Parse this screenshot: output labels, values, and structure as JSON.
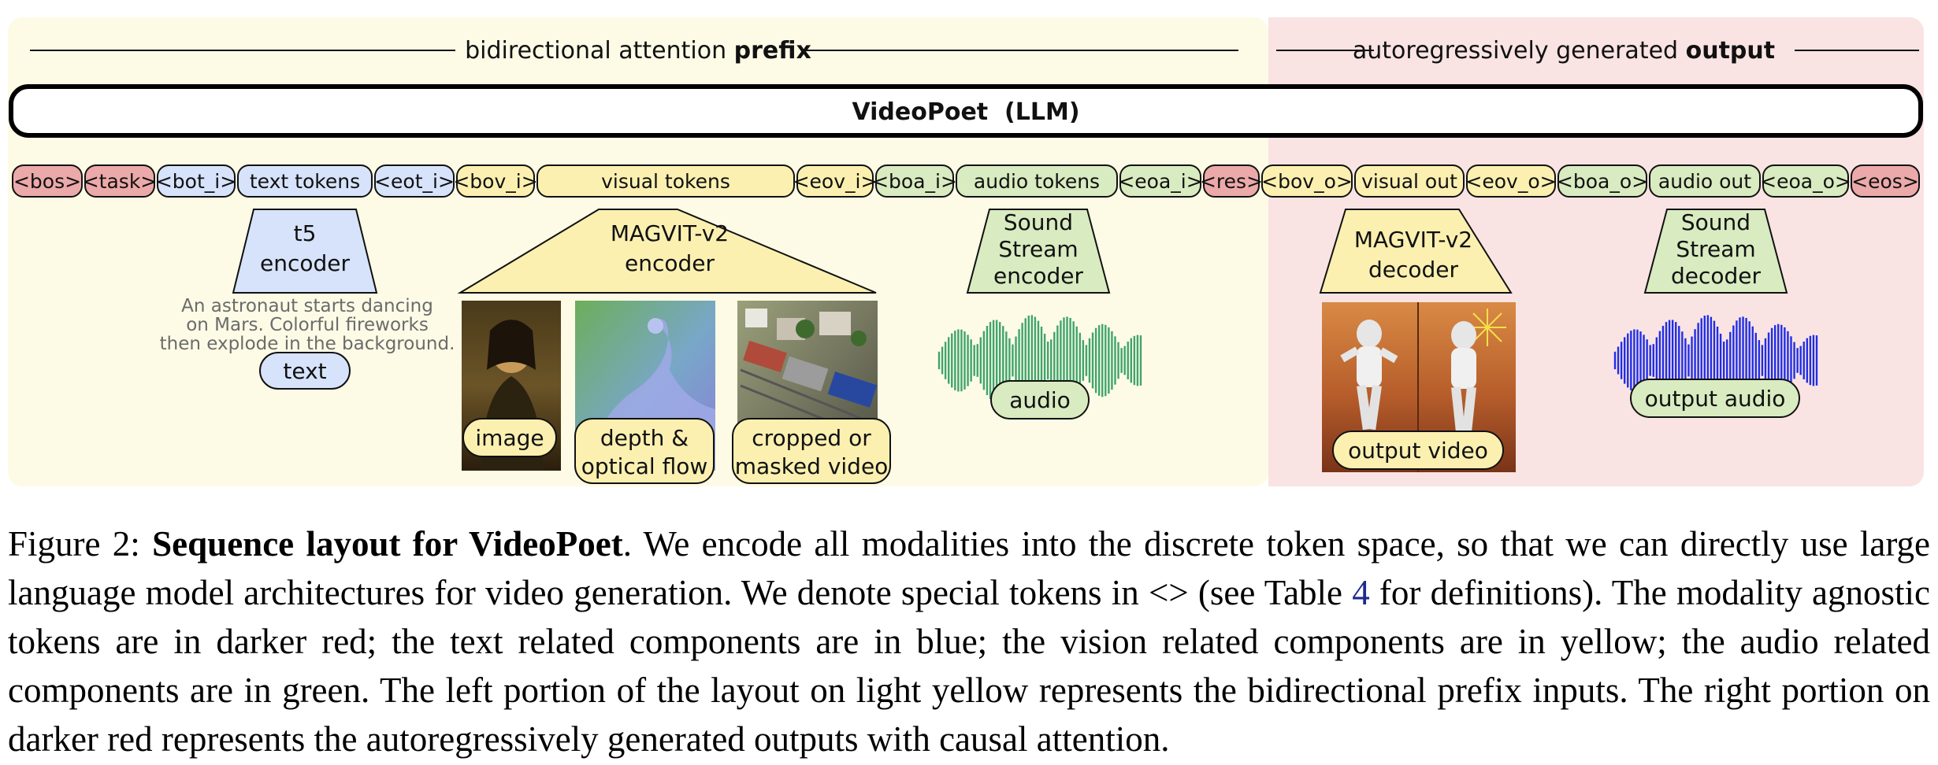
{
  "colors": {
    "prefix_bg": "#fdfbe6",
    "output_bg": "#fae3e3",
    "red_token": "#eca9a9",
    "blue_token": "#d6e3fb",
    "yellow_token": "#fbf0b0",
    "green_token": "#d9ebc0",
    "audio_wave_green": "#3fa46c",
    "audio_wave_blue": "#1f2ee6"
  },
  "header": {
    "prefix_label": "bidirectional attention",
    "prefix_bold": "prefix",
    "output_label": "autoregressively generated",
    "output_bold": "output"
  },
  "llm_label": "VideoPoet  (LLM)",
  "tokens": [
    {
      "label": "<bos>",
      "kind": "red"
    },
    {
      "label": "<task>",
      "kind": "red"
    },
    {
      "label": "<bot_i>",
      "kind": "blue"
    },
    {
      "label": "text tokens",
      "kind": "blue"
    },
    {
      "label": "<eot_i>",
      "kind": "blue"
    },
    {
      "label": "<bov_i>",
      "kind": "yellow"
    },
    {
      "label": "visual tokens",
      "kind": "yellow"
    },
    {
      "label": "<eov_i>",
      "kind": "yellow"
    },
    {
      "label": "<boa_i>",
      "kind": "green"
    },
    {
      "label": "audio tokens",
      "kind": "green"
    },
    {
      "label": "<eoa_i>",
      "kind": "green"
    },
    {
      "label": "<res>",
      "kind": "red"
    },
    {
      "label": "<bov_o>",
      "kind": "yellow"
    },
    {
      "label": "visual out",
      "kind": "yellow"
    },
    {
      "label": "<eov_o>",
      "kind": "yellow"
    },
    {
      "label": "<boa_o>",
      "kind": "green"
    },
    {
      "label": "audio out",
      "kind": "green"
    },
    {
      "label": "<eoa_o>",
      "kind": "green"
    },
    {
      "label": "<eos>",
      "kind": "red"
    }
  ],
  "encoders": {
    "t5": {
      "line1": "t5",
      "line2": "encoder"
    },
    "magvit_enc": {
      "line1": "MAGVIT-v2",
      "line2": "encoder"
    },
    "sound_enc": {
      "line1": "Sound",
      "line2": "Stream",
      "line3": "encoder"
    },
    "magvit_dec": {
      "line1": "MAGVIT-v2",
      "line2": "decoder"
    },
    "sound_dec": {
      "line1": "Sound",
      "line2": "Stream",
      "line3": "decoder"
    }
  },
  "prompt_text": {
    "line1": "An astronaut starts dancing",
    "line2": "on Mars. Colorful fireworks",
    "line3": "then explode in the background."
  },
  "inputs": {
    "text": "text",
    "image": "image",
    "depth_line1": "depth &",
    "depth_line2": "optical flow",
    "cropped_line1": "cropped or",
    "cropped_line2": "masked video",
    "audio": "audio"
  },
  "outputs": {
    "video": "output video",
    "audio": "output audio"
  },
  "caption": {
    "prefix": "Figure 2: ",
    "title": "Sequence layout for VideoPoet",
    "body1": ". We encode all modalities into the discrete token space, so that we can directly use large language model architectures for video generation. We denote special tokens in <> (see Table ",
    "table_ref": "4",
    "body2": " for definitions). The modality agnostic tokens are in darker red; the text related components are in blue; the vision related components are in yellow; the audio related components are in green. The left portion of the layout on light yellow represents the bidirectional prefix inputs. The right portion on darker red represents the autoregressively generated outputs with causal attention."
  }
}
